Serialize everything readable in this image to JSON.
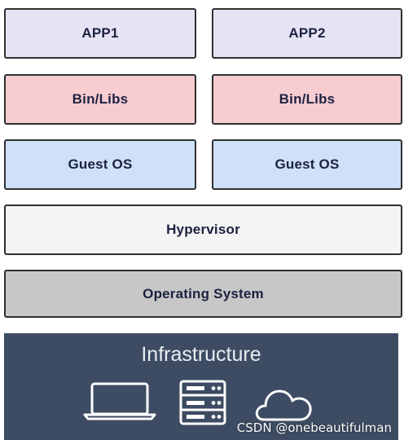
{
  "layers": {
    "app1": "APP1",
    "app2": "APP2",
    "libs1": "Bin/Libs",
    "libs2": "Bin/Libs",
    "guest1": "Guest OS",
    "guest2": "Guest OS",
    "hypervisor": "Hypervisor",
    "operating_system": "Operating System"
  },
  "infrastructure": {
    "title": "Infrastructure",
    "icons": [
      "laptop-icon",
      "server-icon",
      "cloud-icon"
    ]
  },
  "watermark": "CSDN @onebeautifulman",
  "colors": {
    "app": "#e6e3f5",
    "libs": "#f8cdd2",
    "guest": "#cfe0f8",
    "hypervisor": "#f4f4f4",
    "operating_system": "#c7c7c7",
    "infrastructure": "#3d4c63"
  }
}
